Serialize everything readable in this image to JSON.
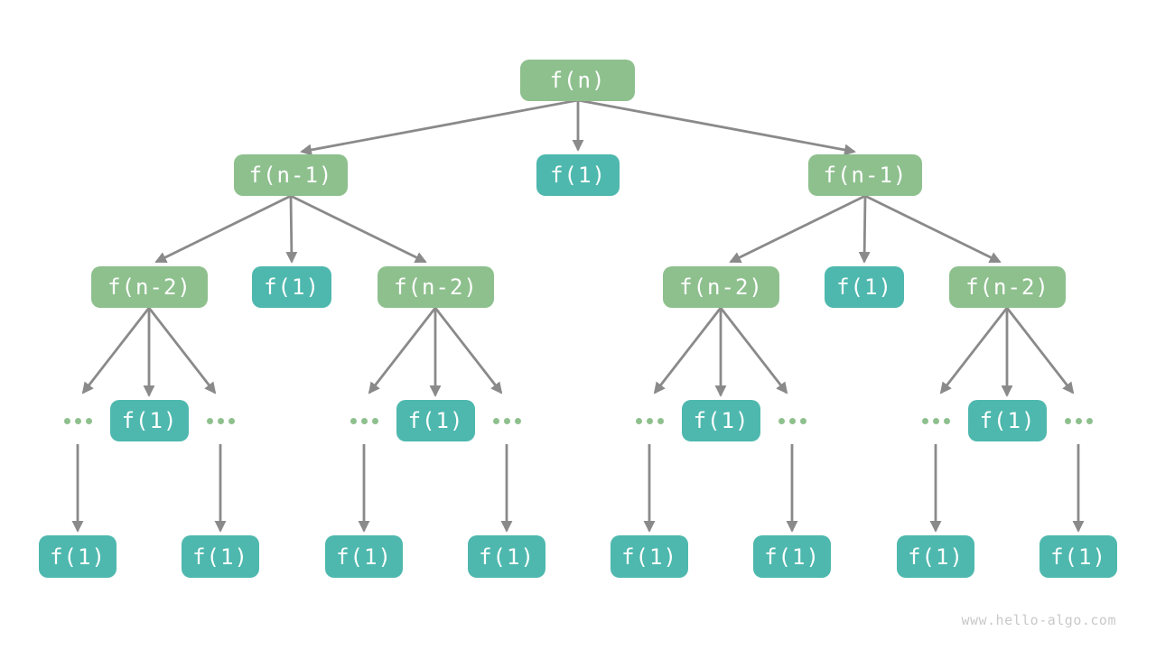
{
  "diagram": {
    "kind": "recursion-call-tree",
    "watermark": "www.hello-algo.com",
    "ellipsis": "...",
    "colors": {
      "call_node": "#8ec08e",
      "base_node": "#4eb8ae",
      "arrow": "#8a8a8a",
      "node_text": "#ffffff",
      "watermark_text": "#c9c9c9"
    },
    "levels": [
      {
        "name": "level-1",
        "nodes": [
          {
            "label": "f(n)",
            "kind": "call"
          }
        ]
      },
      {
        "name": "level-2",
        "nodes": [
          {
            "label": "f(n-1)",
            "kind": "call"
          },
          {
            "label": "f(1)",
            "kind": "base"
          },
          {
            "label": "f(n-1)",
            "kind": "call"
          }
        ]
      },
      {
        "name": "level-3",
        "nodes": [
          {
            "label": "f(n-2)",
            "kind": "call"
          },
          {
            "label": "f(1)",
            "kind": "base"
          },
          {
            "label": "f(n-2)",
            "kind": "call"
          },
          {
            "label": "f(n-2)",
            "kind": "call"
          },
          {
            "label": "f(1)",
            "kind": "base"
          },
          {
            "label": "f(n-2)",
            "kind": "call"
          }
        ]
      },
      {
        "name": "level-4",
        "nodes": [
          {
            "label": "f(1)",
            "kind": "base"
          },
          {
            "label": "f(1)",
            "kind": "base"
          },
          {
            "label": "f(1)",
            "kind": "base"
          },
          {
            "label": "f(1)",
            "kind": "base"
          }
        ]
      },
      {
        "name": "level-5",
        "nodes": [
          {
            "label": "f(1)",
            "kind": "base"
          },
          {
            "label": "f(1)",
            "kind": "base"
          },
          {
            "label": "f(1)",
            "kind": "base"
          },
          {
            "label": "f(1)",
            "kind": "base"
          },
          {
            "label": "f(1)",
            "kind": "base"
          },
          {
            "label": "f(1)",
            "kind": "base"
          },
          {
            "label": "f(1)",
            "kind": "base"
          },
          {
            "label": "f(1)",
            "kind": "base"
          }
        ]
      }
    ]
  }
}
